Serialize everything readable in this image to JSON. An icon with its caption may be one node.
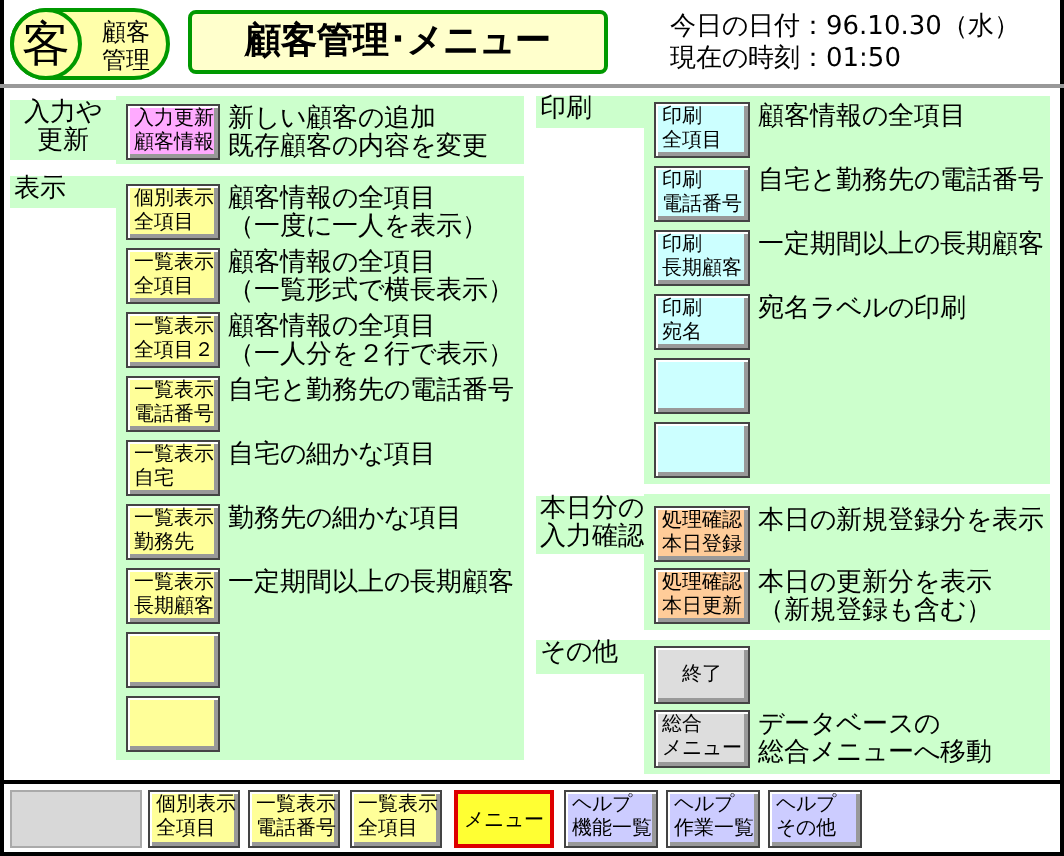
{
  "diagram": {
    "nodes": [
      {
        "text": [
          "客",
          "顧客管理"
        ]
      },
      {
        "text": [
          "顧客管理･メニュー"
        ]
      },
      {
        "text": [
          "入力や更新"
        ]
      },
      {
        "text": [
          "入力更新顧客情報"
        ],
        "in": 2,
        "beside": [
          "新しい顧客の追加既存顧客の内容を変更"
        ]
      },
      {
        "text": [
          "表示"
        ]
      },
      {
        "text": [
          "個別表示全項目"
        ],
        "in": 4,
        "beside": [
          "顧客情報の全項目（一度に一人を表示）"
        ]
      },
      {
        "text": [
          "一覧表示全項目"
        ],
        "in": 4,
        "beside": [
          "顧客情報の全項目（一覧形式で横長表示）"
        ]
      },
      {
        "text": [
          "一覧表示全項目２"
        ],
        "in": 4,
        "beside": [
          "顧客情報の全項目（一人分を２行で表示）"
        ]
      },
      {
        "text": [
          "一覧表示電話番号"
        ],
        "in": 4,
        "beside": [
          "自宅と勤務先の電話番号"
        ]
      },
      {
        "text": [
          "一覧表示自宅"
        ],
        "in": 4,
        "beside": [
          "自宅の細かな項目"
        ]
      },
      {
        "text": [
          "一覧表示勤務先"
        ],
        "in": 4,
        "beside": [
          "勤務先の細かな項目"
        ]
      },
      {
        "text": [
          "一覧表示長期顧客"
        ],
        "in": 4,
        "beside": [
          "一定期間以上の長期顧客"
        ]
      },
      {
        "text": [],
        "shape": "box",
        "in": 4
      },
      {
        "text": [],
        "shape": "box",
        "in": 4
      },
      {
        "text": [
          "印刷"
        ]
      },
      {
        "text": [
          "印刷全項目"
        ],
        "in": 14,
        "beside": [
          "顧客情報の全項目"
        ]
      },
      {
        "text": [
          "印刷電話番号"
        ],
        "in": 14,
        "beside": [
          "自宅と勤務先の電話番号"
        ]
      },
      {
        "text": [
          "印刷長期顧客"
        ],
        "in": 14,
        "beside": [
          "一定期間以上の長期顧客"
        ]
      },
      {
        "text": [
          "印刷宛名"
        ],
        "in": 14,
        "beside": [
          "宛名ラベルの印刷"
        ]
      },
      {
        "text": [],
        "shape": "box",
        "in": 14
      },
      {
        "text": [],
        "shape": "box",
        "in": 14
      },
      {
        "text": [
          "本日分の入力確認"
        ]
      },
      {
        "text": [
          "処理確認本日登録"
        ],
        "in": 21,
        "beside": [
          "本日の新規登録分を表示"
        ]
      },
      {
        "text": [
          "処理確認本日更新"
        ],
        "in": 21,
        "beside": [
          "本日の更新分を表示（新規登録も含む）"
        ]
      },
      {
        "text": [
          "その他"
        ]
      },
      {
        "text": [
          "終了"
        ],
        "in": 24
      },
      {
        "text": [
          "総合メニュー"
        ],
        "in": 24,
        "beside": [
          "データベースの総合メニューへ移動"
        ]
      },
      {
        "text": [],
        "shape": "box"
      },
      {
        "text": [
          "個別表示全項目"
        ]
      },
      {
        "text": [
          "一覧表示電話番号"
        ]
      },
      {
        "text": [
          "一覧表示全項目"
        ]
      },
      {
        "text": [
          "メニュー"
        ]
      },
      {
        "text": [
          "ヘルプ機能一覧"
        ]
      },
      {
        "text": [
          "ヘルプ作業一覧"
        ]
      },
      {
        "text": [
          "ヘルプその他"
        ]
      }
    ],
    "labels": [
      "今日の日付：96.10.30（水）",
      "現在の時刻：01:50"
    ]
  }
}
